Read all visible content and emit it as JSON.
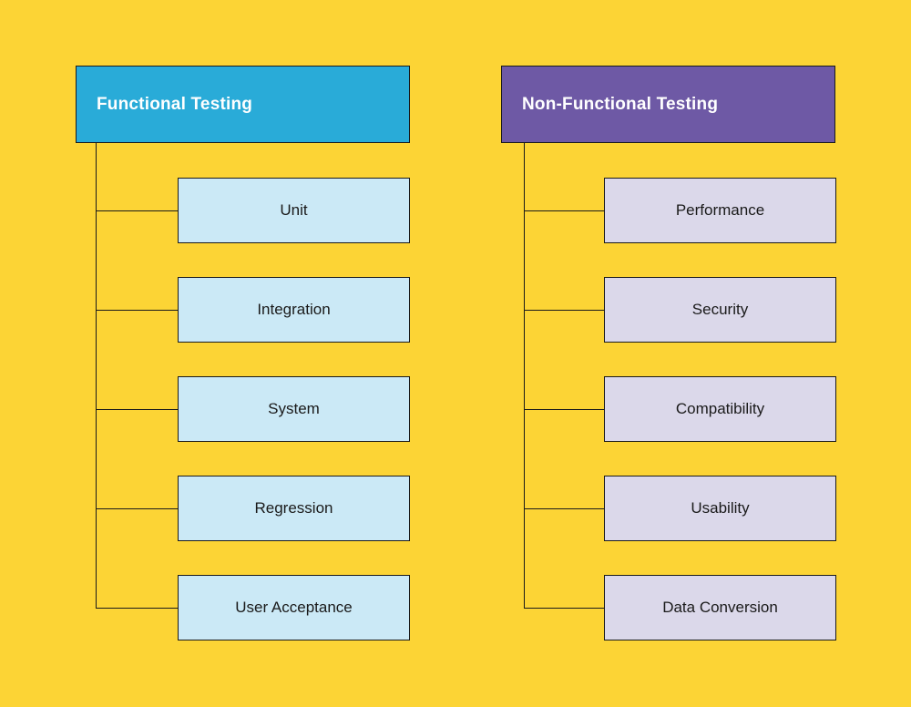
{
  "canvas": {
    "background_color": "#FCD435",
    "connector_color": "#1A1A1A"
  },
  "trees": [
    {
      "id": "functional",
      "header": {
        "label": "Functional Testing",
        "fill_color": "#29ABD8",
        "text_color": "#FFFFFF"
      },
      "child_fill_color": "#CBE9F6",
      "children": [
        {
          "label": "Unit"
        },
        {
          "label": "Integration"
        },
        {
          "label": "System"
        },
        {
          "label": "Regression"
        },
        {
          "label": "User Acceptance"
        }
      ]
    },
    {
      "id": "non-functional",
      "header": {
        "label": "Non-Functional Testing",
        "fill_color": "#6E59A5",
        "text_color": "#FFFFFF"
      },
      "child_fill_color": "#DBD8EA",
      "children": [
        {
          "label": "Performance"
        },
        {
          "label": "Security"
        },
        {
          "label": "Compatibility"
        },
        {
          "label": "Usability"
        },
        {
          "label": "Data Conversion"
        }
      ]
    }
  ]
}
